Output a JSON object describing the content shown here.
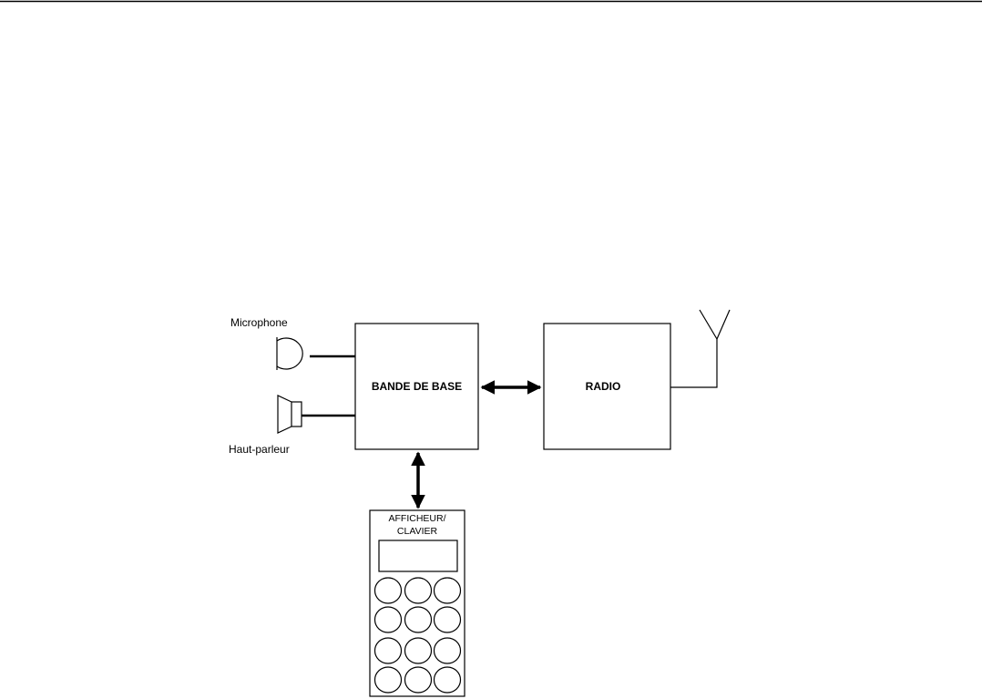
{
  "blocks": {
    "baseband": "BANDE DE BASE",
    "radio": "RADIO"
  },
  "labels": {
    "microphone": "Microphone",
    "speaker": "Haut-parleur",
    "display_line1": "AFFICHEUR/",
    "display_line2": "CLAVIER"
  },
  "keypad": {
    "rows": 4,
    "cols": 3
  }
}
